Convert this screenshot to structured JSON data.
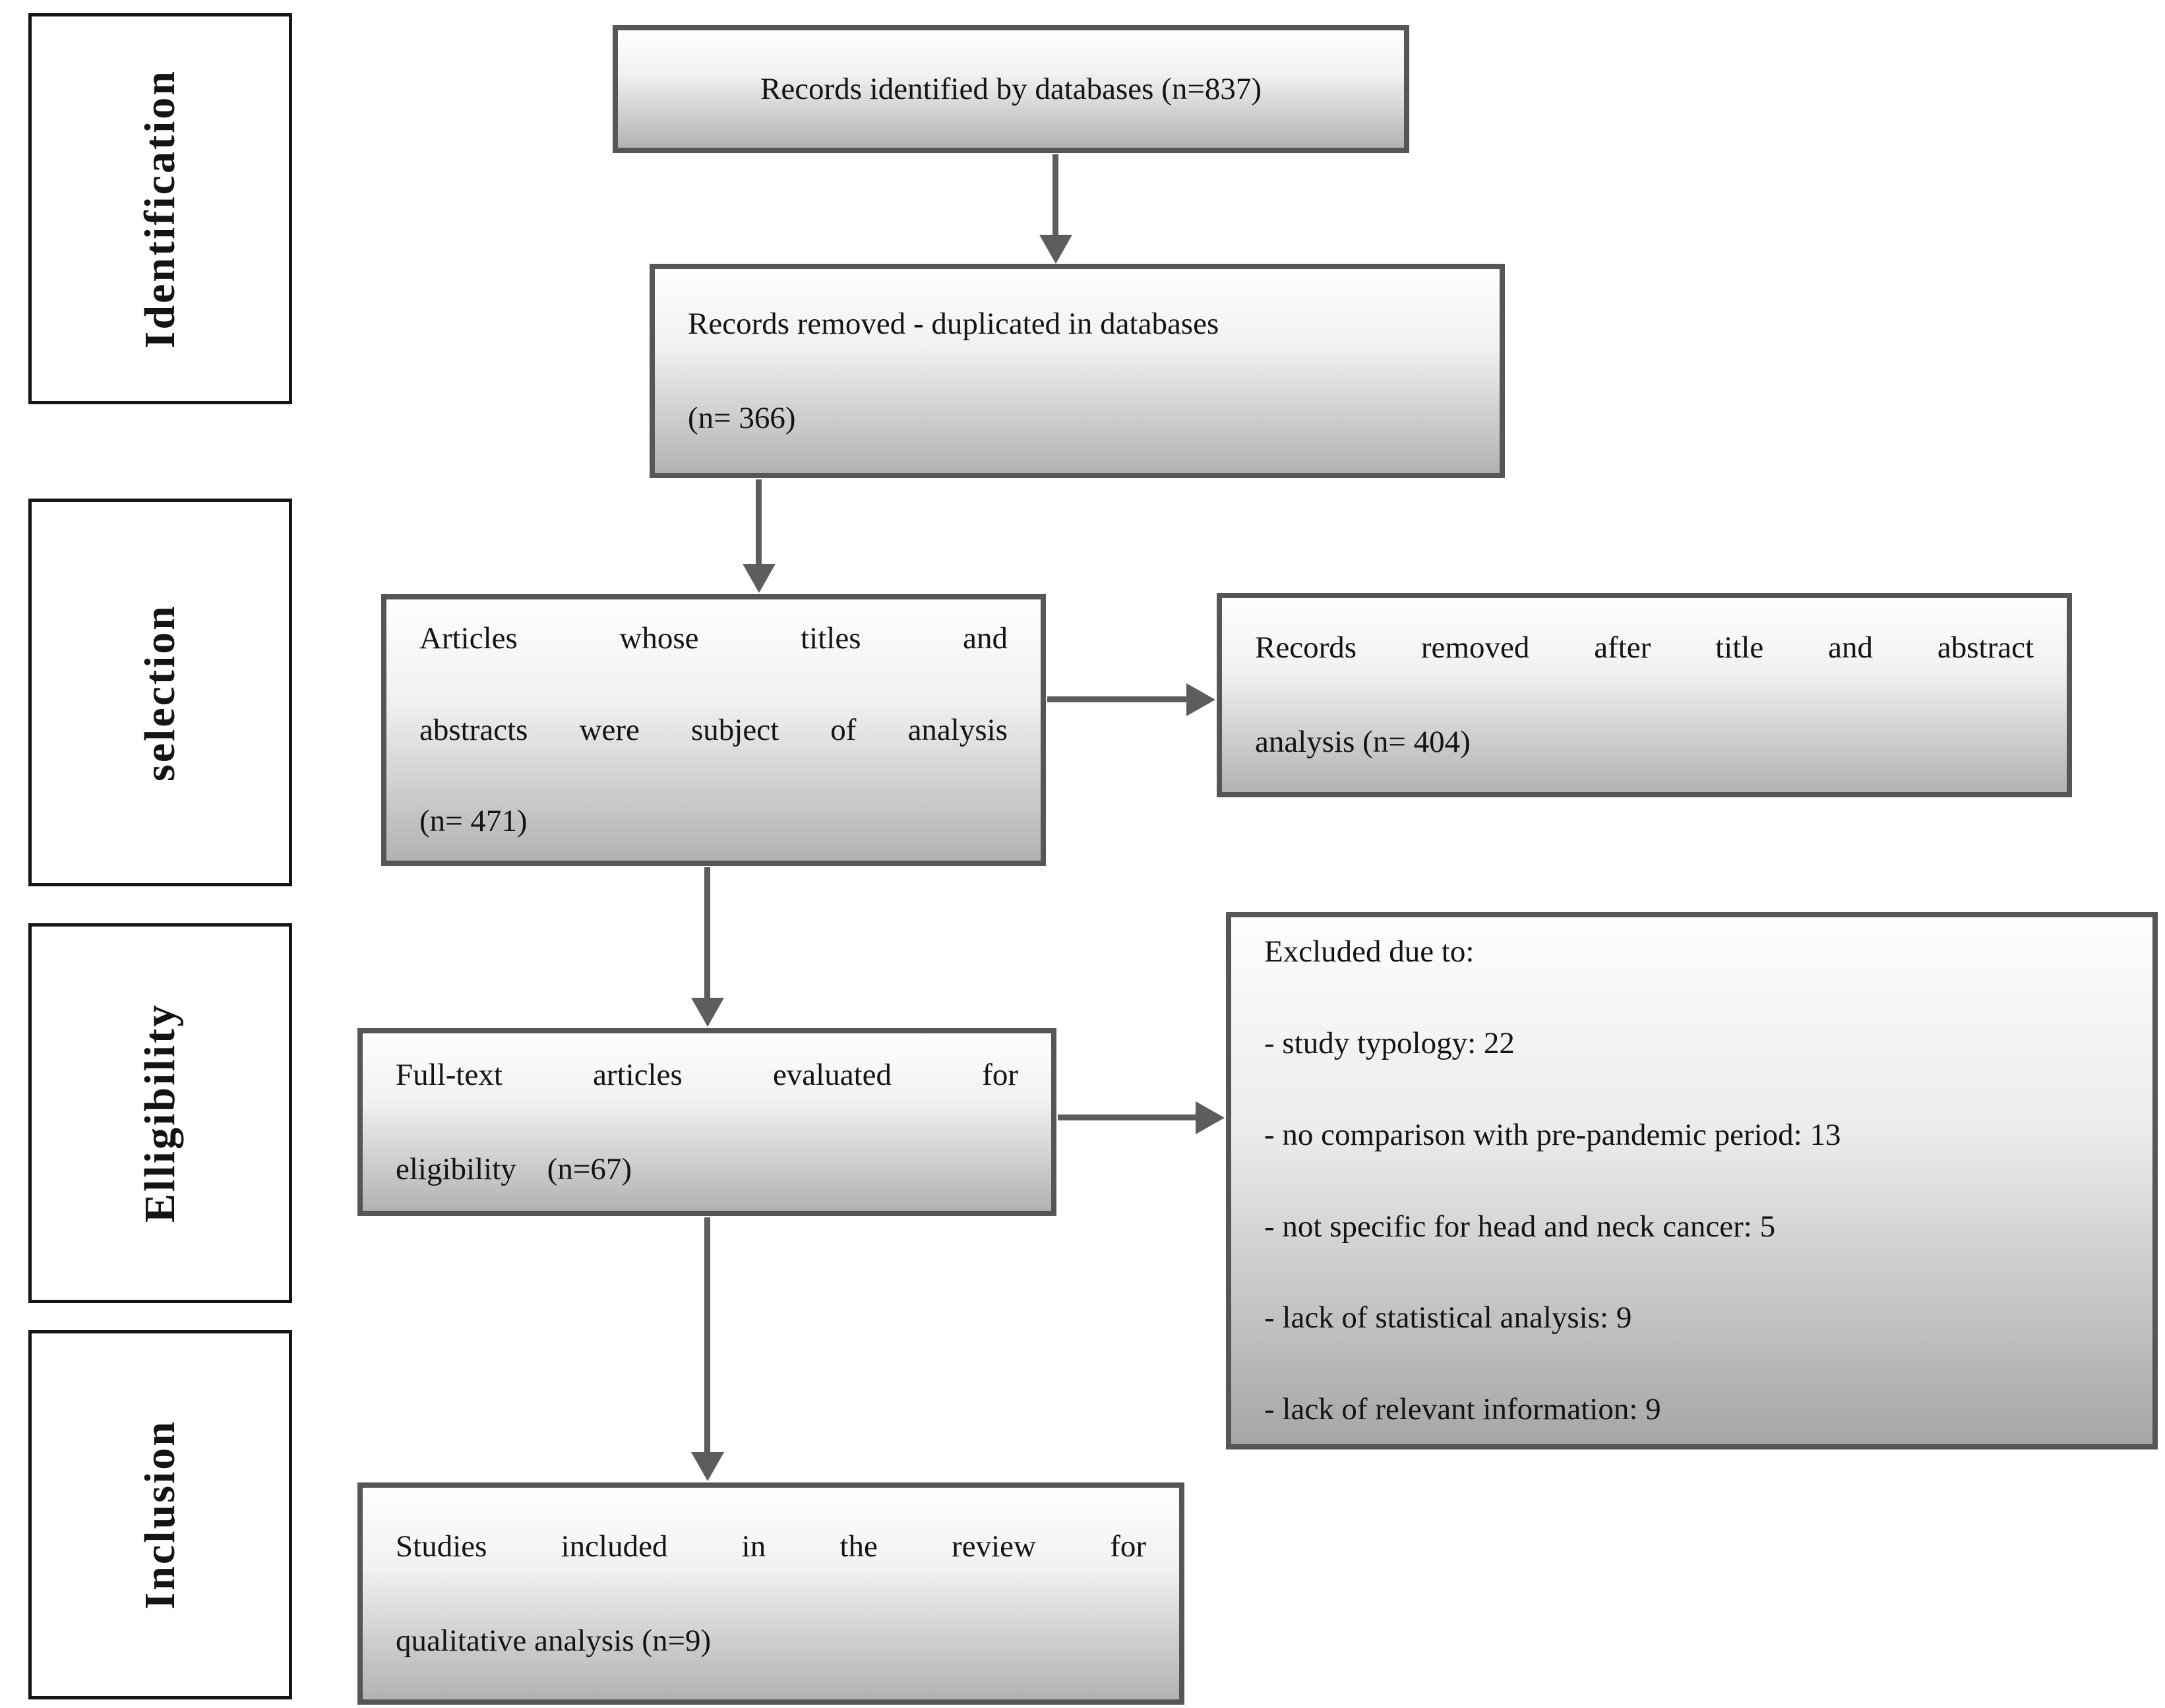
{
  "side_labels": {
    "identification": "Identification",
    "selection": "selection",
    "eligibility": "Elligibility",
    "inclusion": "Inclusion"
  },
  "boxes": {
    "identified": {
      "line1": "Records identified by databases (n=837)"
    },
    "duplicates_removed": {
      "line1": "Records removed - duplicated in databases",
      "line2": "(n= 366)"
    },
    "title_abstract_screened": {
      "line1": "Articles whose titles and",
      "line2": "abstracts were subject of analysis",
      "line3": "(n= 471)"
    },
    "removed_after_title_abstract": {
      "line1": "Records removed after title and abstract",
      "line2": "analysis (n= 404)"
    },
    "fulltext_evaluated": {
      "line1": "Full-text articles evaluated for",
      "line2": "eligibility    (n=67)"
    },
    "excluded": {
      "title": "Excluded due to:",
      "reasons": [
        "- study typology: 22",
        "- no comparison with pre-pandemic period: 13",
        "- not specific for head and neck cancer: 5",
        "- lack of statistical analysis: 9",
        "- lack of relevant information: 9"
      ]
    },
    "included": {
      "line1": "Studies included in the review for",
      "line2": "qualitative analysis (n=9)"
    }
  },
  "colors": {
    "box_border": "#565656",
    "box_fill_top": "#fefefe",
    "box_fill_bottom": "#b2b2b2",
    "label_border": "#161616",
    "arrow": "#5d5d5d",
    "text": "#141414",
    "background": "#ffffff"
  }
}
